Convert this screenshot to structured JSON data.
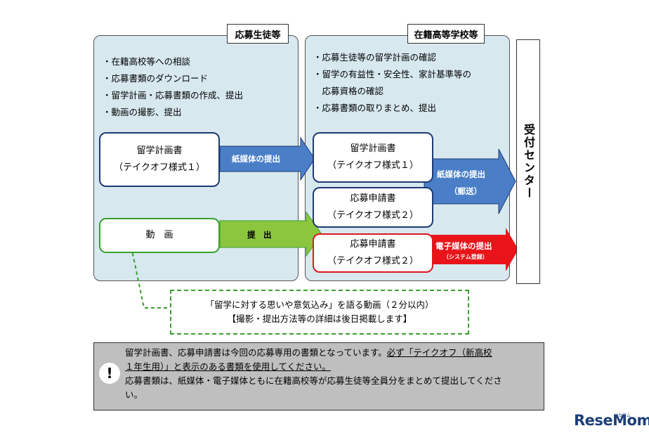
{
  "left_panel": {
    "tag": "応募生徒等",
    "bullets": [
      "・在籍高校等への相談",
      "・応募書類のダウンロード",
      "・留学計画・応募書類の作成、提出",
      "・動画の撮影、提出"
    ],
    "plan_doc": {
      "line1": "留学計画書",
      "line2": "（テイクオフ様式１）"
    },
    "video_doc": {
      "label": "動　画"
    }
  },
  "right_panel": {
    "tag": "在籍高等学校等",
    "bullets": [
      "・応募生徒等の留学計画の確認",
      "・留学の有益性・安全性、家計基準等の",
      "　応募資格の確認",
      "・応募書類の取りまとめ、提出"
    ],
    "plan_doc": {
      "line1": "留学計画書",
      "line2": "（テイクオフ様式１）"
    },
    "app_doc": {
      "line1": "応募申請書",
      "line2": "（テイクオフ様式２）"
    },
    "app_doc_red": {
      "line1": "応募申請書",
      "line2": "（テイクオフ様式２）"
    }
  },
  "arrows": {
    "paper_submit": "紙媒体の提出",
    "submit": "提　出",
    "paper_submit_mail": "紙媒体の提出",
    "mail": "（郵送）",
    "electronic_submit": "電子媒体の提出",
    "system_register": "（システム登録）"
  },
  "reception": {
    "label": "受付センター"
  },
  "video_note": {
    "line1": "「留学に対する思いや意気込み」を語る動画（２分以内）",
    "line2": "【撮影・提出方法等の詳細は後日掲載します】"
  },
  "notice": {
    "icon": "!",
    "line1_a": "留学計画書、応募申請書は今回の応募専用の書類となっています。",
    "line1_b": "必ず「テイクオフ（新高校",
    "line2": "１年生用）」と表示のある書類を使用してください。",
    "line3": "応募書類は、紙媒体・電子媒体ともに在籍高校等が応募生徒等全員分をまとめて提出してくださ",
    "line4": "い。"
  },
  "watermark": {
    "text": "ReseMom",
    "sub": "リセマム"
  },
  "colors": {
    "panel_bg": "#d7e8ef",
    "blue_arrow": "#4a7fc8",
    "green_arrow": "#8cc63f",
    "red_arrow": "#e8141a",
    "blue_border": "#1f3a72",
    "green_border": "#3aa02c",
    "red_border": "#e0171c",
    "notice_bg": "#bfbfbf"
  }
}
